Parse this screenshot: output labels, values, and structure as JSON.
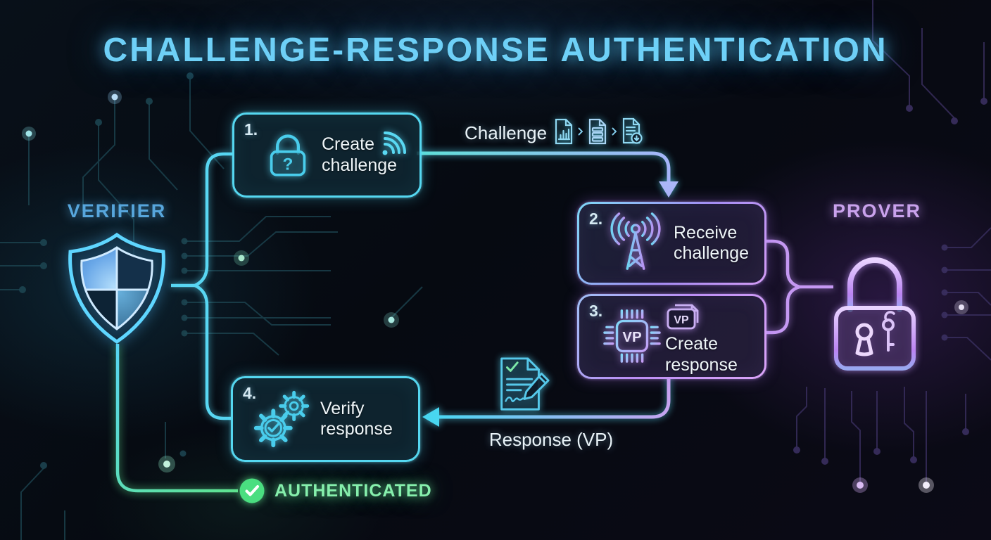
{
  "title": "CHALLENGE-RESPONSE AUTHENTICATION",
  "actors": {
    "verifier": {
      "label": "VERIFIER",
      "icon": "shield-quadrant-icon"
    },
    "prover": {
      "label": "PROVER",
      "icon": "padlock-key-icon"
    }
  },
  "steps": [
    {
      "number": "1.",
      "label": "Create challenge",
      "icon": "lock-question-icon",
      "lock_glyph": "?",
      "secondary_icon": "wifi-signal-icon"
    },
    {
      "number": "2.",
      "label": "Receive challenge",
      "icon": "radio-tower-icon"
    },
    {
      "number": "3.",
      "label": "Create response",
      "icon": "chip-icon",
      "chip_label": "VP",
      "badge_icon": "vp-document-icon",
      "badge_label": "VP"
    },
    {
      "number": "4.",
      "label": "Verify response",
      "icon": "gears-check-icon"
    }
  ],
  "flows": {
    "challenge": {
      "label": "Challenge",
      "attachment_icons": [
        "document-chart-icon",
        "document-list-icon",
        "document-report-icon"
      ]
    },
    "response": {
      "label": "Response (VP)",
      "attachment_icon": "signed-document-icon"
    }
  },
  "status": {
    "label": "AUTHENTICATED",
    "icon": "check-circle-icon"
  },
  "colors": {
    "background": "#070b12",
    "accent_cyan": "#55d7f0",
    "accent_purple": "#c598f2",
    "accent_green": "#4ade80",
    "title_text": "#6ed0f7",
    "verifier_text": "#57a6dc",
    "prover_text": "#c9a2ec",
    "status_text": "#86efac",
    "body_text": "#eef5f8"
  }
}
